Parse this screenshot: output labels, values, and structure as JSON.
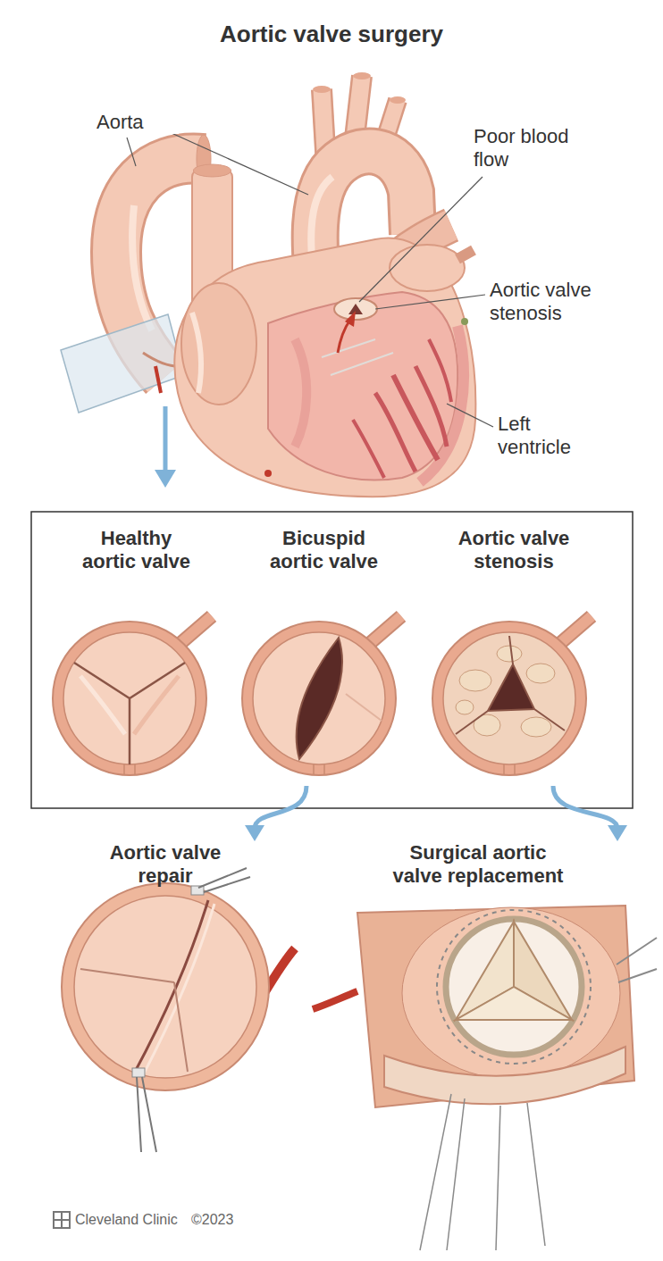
{
  "diagram": {
    "title": "Aortic valve surgery",
    "nodes": [
      {
        "text": [
          "Healthy aortic valve"
        ]
      },
      {
        "text": [
          "Bicuspid aortic valve"
        ]
      },
      {
        "text": [
          "Aortic valve stenosis"
        ]
      },
      {
        "text": [
          "Aortic valve repair"
        ]
      },
      {
        "text": [
          "Surgical aortic valve replacement"
        ]
      }
    ],
    "edges": [
      {
        "from": 1,
        "to": 3,
        "arrow": "to"
      },
      {
        "from": 2,
        "to": 4,
        "arrow": "to"
      }
    ],
    "labels": [
      "Aorta",
      "Poor blood flow",
      "Aortic valve stenosis",
      "Left ventricle",
      "Cleveland Clinic",
      "©2023"
    ]
  }
}
